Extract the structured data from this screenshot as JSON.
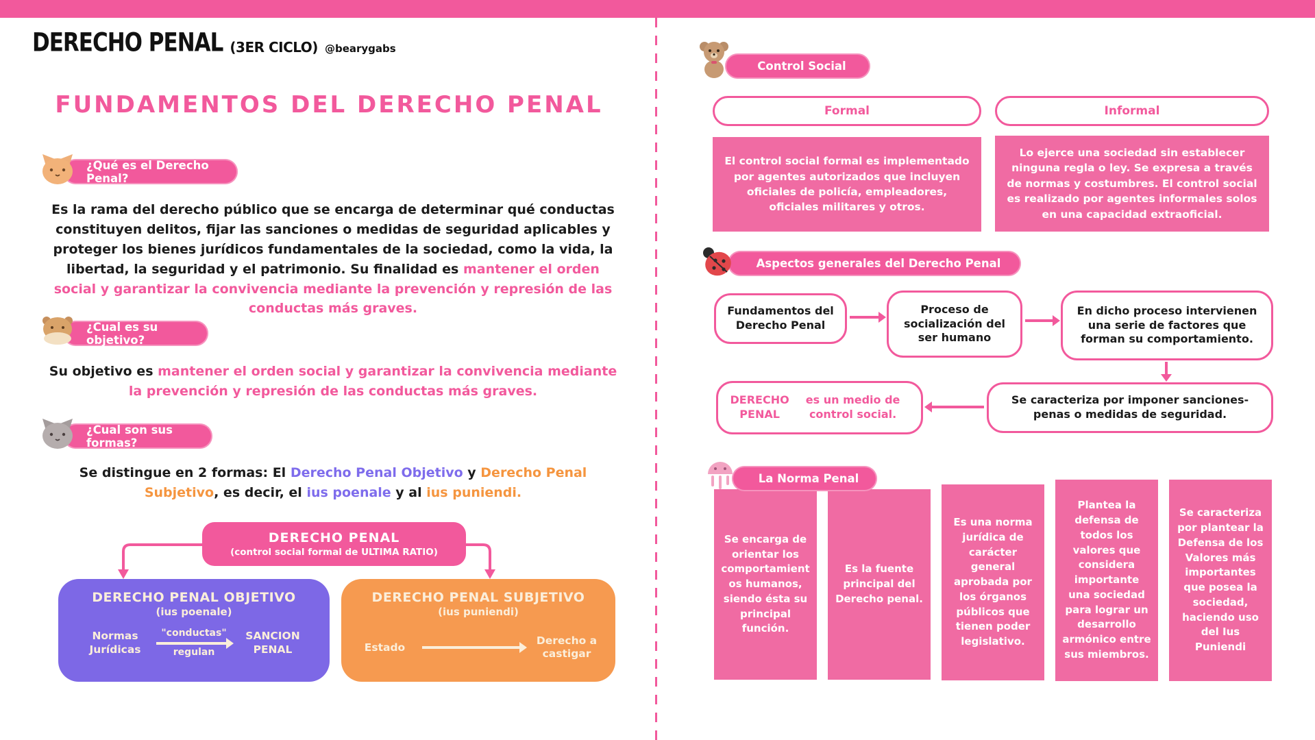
{
  "header": {
    "title": "DERECHO PENAL",
    "cycle": "(3ER CICLO)",
    "handle": "@bearygabs"
  },
  "left": {
    "heading": "FUNDAMENTOS DEL DERECHO PENAL",
    "q1": {
      "label": "¿Qué es el Derecho Penal?",
      "icon": "orange-cat-icon",
      "answer_black": "Es la rama del derecho público que se encarga de determinar qué conductas constituyen delitos, fijar las sanciones o medidas de seguridad aplicables y proteger los bienes jurídicos fundamentales de la sociedad, como la vida, la libertad, la seguridad y el patrimonio. Su finalidad es ",
      "answer_pink": "mantener el orden social y garantizar la convivencia mediante la prevención y represión de las conductas más graves."
    },
    "q2": {
      "label": "¿Cual es su objetivo?",
      "icon": "bear-pancake-icon",
      "answer_black": "Su objetivo es ",
      "answer_pink": "mantener el orden social y garantizar la convivencia mediante la prevención y represión de las conductas más graves."
    },
    "q3": {
      "label": "¿Cual son sus formas?",
      "icon": "gray-cat-icon",
      "seg": [
        "Se distingue en 2 formas: El ",
        "Derecho Penal Objetivo",
        " y ",
        "Derecho Penal Subjetivo",
        ", es decir, el ",
        "ius poenale",
        " y al ",
        "ius puniendi."
      ]
    }
  },
  "tree": {
    "root": {
      "title": "DERECHO PENAL",
      "subtitle": "(control social formal de ULTIMA RATIO)"
    },
    "objetivo": {
      "title": "DERECHO PENAL OBJETIVO",
      "subtitle": "(ius poenale)",
      "from_label": "Normas Jurídicas",
      "arrow_top": "\"conductas\"",
      "arrow_bottom": "regulan",
      "to_label": "SANCION PENAL"
    },
    "subjetivo": {
      "title": "DERECHO PENAL SUBJETIVO",
      "subtitle": "(ius puniendi)",
      "from_label": "Estado",
      "to_label": "Derecho a castigar"
    }
  },
  "right": {
    "control": {
      "label": "Control Social",
      "icon": "teddy-bear-icon",
      "formal_label": "Formal",
      "formal_text": "El control social formal es implementado por agentes autorizados que incluyen oficiales de policía, empleadores, oficiales militares y otros.",
      "informal_label": "Informal",
      "informal_text": "Lo ejerce una sociedad sin establecer ninguna regla o ley. Se expresa a través de normas y costumbres. El control social es realizado por agentes informales solos en una capacidad extraoficial."
    },
    "aspectos": {
      "label": "Aspectos generales del Derecho Penal",
      "icon": "ladybug-icon",
      "flow_a": "Fundamentos del Derecho Penal",
      "flow_b": "Proceso de socialización del ser humano",
      "flow_c": "En dicho proceso intervienen una serie de factores que forman su comportamiento.",
      "flow_d": "Se caracteriza por imponer sanciones- penas o medidas de seguridad.",
      "flow_e_bold": "DERECHO PENAL",
      "flow_e_rest": " es un medio de control social."
    },
    "norma": {
      "label": "La Norma Penal",
      "icon": "jellyfish-icon",
      "cards": [
        "Se encarga de orientar los comportamientos humanos, siendo ésta su principal función.",
        "Es la fuente principal del Derecho penal.",
        "Es una norma jurídica de carácter general aprobada por los órganos públicos que tienen poder legislativo.",
        "Plantea la defensa de todos los valores que considera importante una sociedad para lograr un desarrollo armónico entre sus miembros.",
        "Se caracteriza por plantear la Defensa de los Valores más importantes que posea la sociedad, haciendo uso del Ius Puniendi"
      ]
    }
  },
  "colors": {
    "pink": "#F2599C",
    "pink_box": "#F06BA3",
    "purple": "#7D68E6",
    "orange": "#F69A50",
    "cream": "#FBEEDA"
  }
}
